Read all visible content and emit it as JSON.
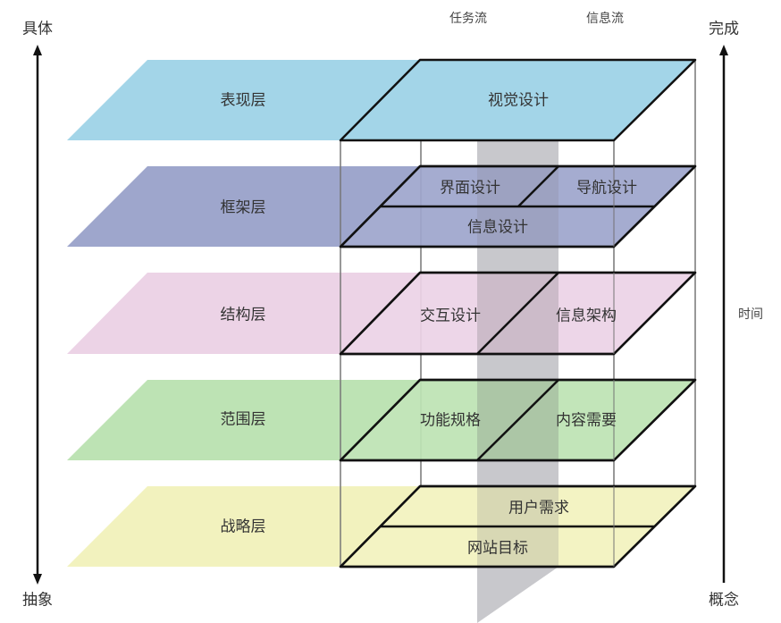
{
  "axes": {
    "left": {
      "top_label": "具体",
      "bottom_label": "抽象"
    },
    "right": {
      "top_label": "完成",
      "bottom_label": "概念",
      "middle_label": "时间"
    },
    "top": {
      "task_flow": "任务流",
      "info_flow": "信息流"
    }
  },
  "colors": {
    "presentation": "#a3d5e8",
    "skeleton": "#9ea6cc",
    "structure": "#ecd3e6",
    "scope": "#bde3b4",
    "strategy": "#f2f2be",
    "flow_band": "#c0c0c4",
    "outline": "#111111",
    "box_line": "#777777"
  },
  "layers": [
    {
      "id": "presentation",
      "name": "表现层",
      "items": [
        "视觉设计"
      ]
    },
    {
      "id": "skeleton",
      "name": "框架层",
      "items": [
        "界面设计",
        "导航设计",
        "信息设计"
      ]
    },
    {
      "id": "structure",
      "name": "结构层",
      "items": [
        "交互设计",
        "信息架构"
      ]
    },
    {
      "id": "scope",
      "name": "范围层",
      "items": [
        "功能规格",
        "内容需要"
      ]
    },
    {
      "id": "strategy",
      "name": "战略层",
      "items": [
        "用户需求",
        "网站目标"
      ]
    }
  ]
}
